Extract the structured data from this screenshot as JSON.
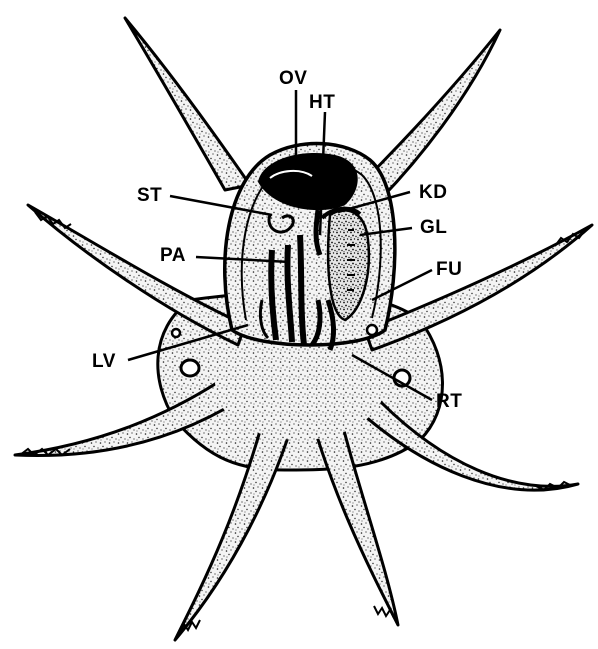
{
  "figure": {
    "labels": {
      "ov": "OV",
      "ht": "HT",
      "st": "ST",
      "kd": "KD",
      "gl": "GL",
      "pa": "PA",
      "fu": "FU",
      "lv": "LV",
      "rt": "RT"
    },
    "colors": {
      "ink": "#000000",
      "tissue": "#f3f3f3",
      "stipple": "#1a1a1a",
      "background": "#ffffff"
    }
  }
}
